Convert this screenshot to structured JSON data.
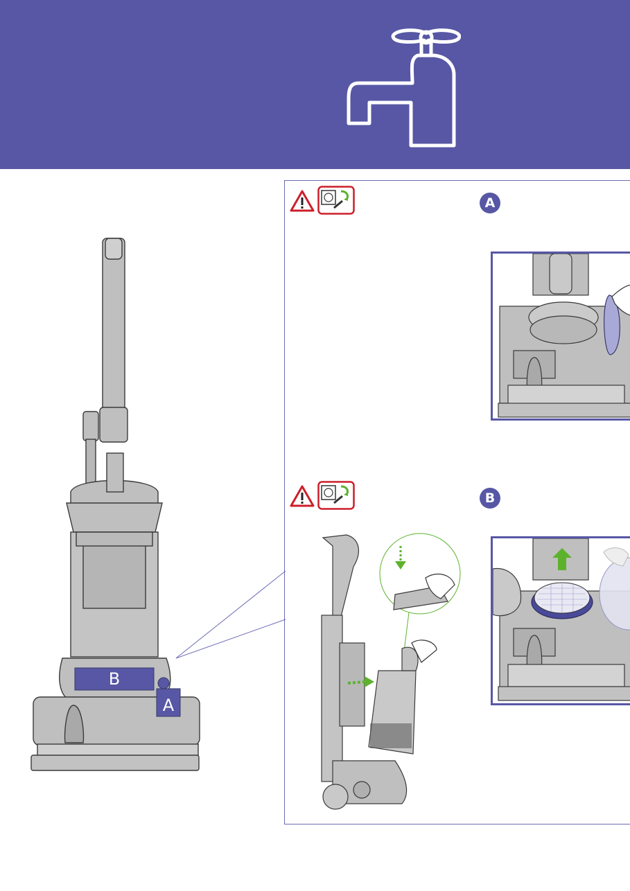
{
  "header": {
    "background_color": "#5757a5",
    "icon": "water-tap-icon"
  },
  "main_illustration": {
    "icon": "upright-vacuum-cleaner",
    "labels": {
      "filter_b": "B",
      "filter_a": "A"
    }
  },
  "steps": [
    {
      "badge": "A",
      "icons": [
        "warning-triangle-icon",
        "unplug-icon"
      ],
      "illustration": "pre-filter-removal"
    },
    {
      "badge": "B",
      "icons": [
        "warning-triangle-icon",
        "unplug-icon"
      ],
      "illustration": "post-filter-removal"
    }
  ],
  "colors": {
    "accent": "#5757a5",
    "warning": "#cc1f2a",
    "arrow_green": "#5db22d",
    "machine_grey": "#bdbdbd"
  }
}
